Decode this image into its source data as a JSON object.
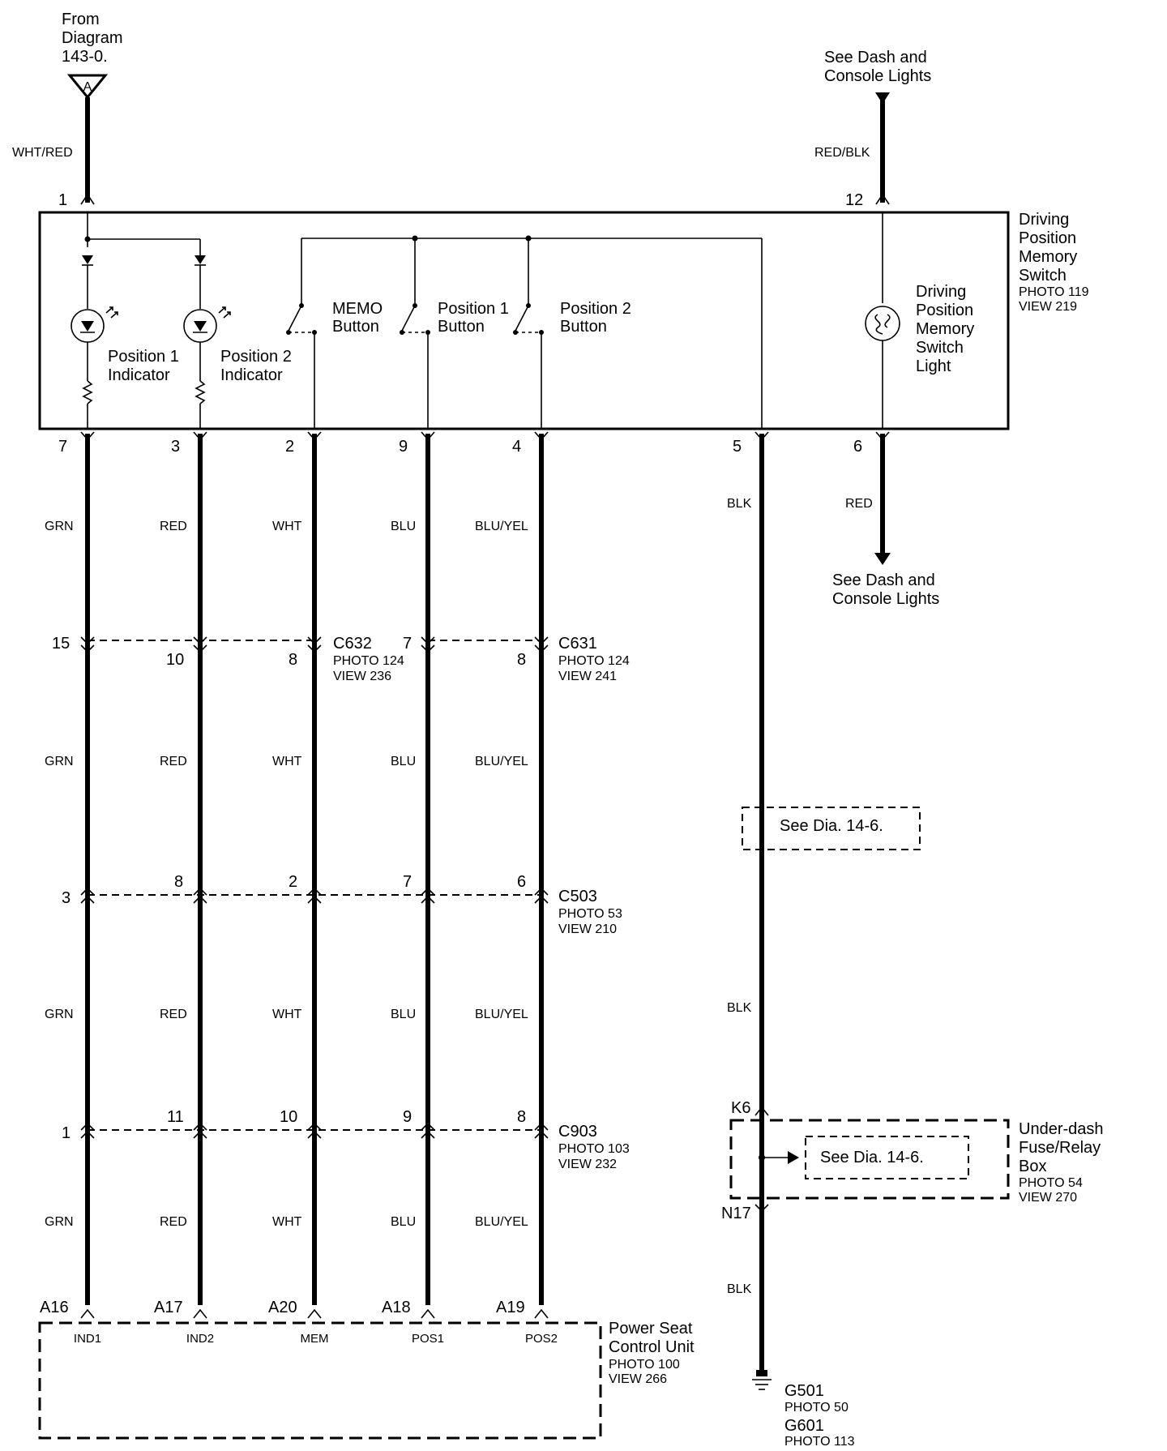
{
  "top": {
    "from_label": [
      "From",
      "Diagram",
      "143-0."
    ],
    "connector_a": "A",
    "dash_lights_top": [
      "See Dash and",
      "Console Lights"
    ],
    "dash_lights_bottom": [
      "See Dash and",
      "Console Lights"
    ]
  },
  "switch": {
    "name_lines": [
      "Driving",
      "Position",
      "Memory",
      "Switch"
    ],
    "photo": "PHOTO 119",
    "view": "VIEW 219",
    "light_lines": [
      "Driving",
      "Position",
      "Memory",
      "Switch",
      "Light"
    ],
    "pos1_indicator": [
      "Position 1",
      "Indicator"
    ],
    "pos2_indicator": [
      "Position 2",
      "Indicator"
    ],
    "memo_button": [
      "MEMO",
      "Button"
    ],
    "pos1_button": [
      "Position 1",
      "Button"
    ],
    "pos2_button": [
      "Position 2",
      "Button"
    ]
  },
  "pins": {
    "p1": "1",
    "p12": "12",
    "p7": "7",
    "p3": "3",
    "p2": "2",
    "p9": "9",
    "p4": "4",
    "p5": "5",
    "p6": "6"
  },
  "wire_colors": {
    "top_left": "WHT/RED",
    "top_right": "RED/BLK",
    "w1": "GRN",
    "w2": "RED",
    "w3": "WHT",
    "w4": "BLU",
    "w5": "BLU/YEL",
    "w6": "BLK",
    "w7": "RED"
  },
  "connectors": {
    "c632": {
      "name": "C632",
      "photo": "PHOTO 124",
      "view": "VIEW 236",
      "pins": [
        "15",
        "10",
        "8"
      ]
    },
    "c631": {
      "name": "C631",
      "photo": "PHOTO 124",
      "view": "VIEW 241",
      "pins": [
        "7",
        "8"
      ]
    },
    "c503": {
      "name": "C503",
      "photo": "PHOTO 53",
      "view": "VIEW 210",
      "pins": [
        "3",
        "8",
        "2",
        "7",
        "6"
      ]
    },
    "c903": {
      "name": "C903",
      "photo": "PHOTO 103",
      "view": "VIEW 232",
      "pins": [
        "1",
        "11",
        "10",
        "9",
        "8"
      ]
    }
  },
  "see_dia_1": "See Dia. 14-6.",
  "see_dia_2": "See Dia. 14-6.",
  "fuse_box": {
    "lines": [
      "Under-dash",
      "Fuse/Relay",
      "Box"
    ],
    "photo": "PHOTO 54",
    "view": "VIEW 270",
    "pin_in": "K6",
    "pin_out": "N17"
  },
  "ground": {
    "g1": "G501",
    "g1_photo": "PHOTO 50",
    "g2": "G601",
    "g2_photo": "PHOTO 113"
  },
  "pscu": {
    "lines": [
      "Power Seat",
      "Control Unit"
    ],
    "photo": "PHOTO 100",
    "view": "VIEW 266",
    "pins": [
      "A16",
      "A17",
      "A20",
      "A18",
      "A19"
    ],
    "terminals": [
      "IND1",
      "IND2",
      "MEM",
      "POS1",
      "POS2"
    ]
  }
}
